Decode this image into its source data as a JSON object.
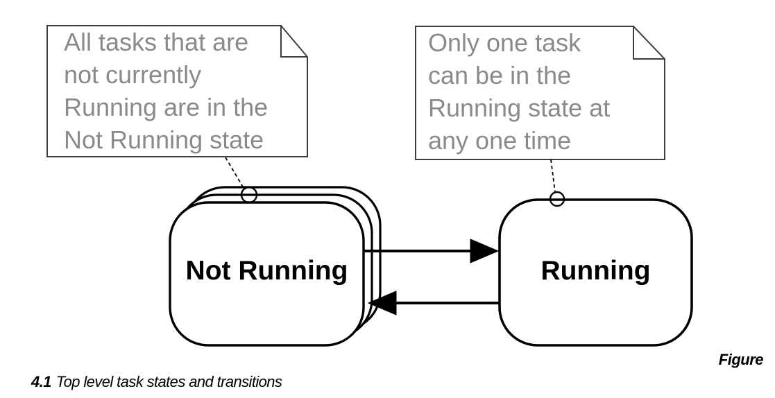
{
  "figure": {
    "note_left": {
      "lines": [
        "All tasks that are",
        "not currently",
        "Running are in the",
        "Not Running state"
      ]
    },
    "note_right": {
      "lines": [
        "Only one task",
        "can be in the",
        "Running state at",
        "any one time"
      ]
    },
    "states": {
      "not_running": "Not Running",
      "running": "Running"
    },
    "caption": {
      "figure_word": "Figure",
      "number": "4.1",
      "title": "Top level task states and transitions"
    },
    "colors": {
      "stroke": "#000000",
      "note_border": "#3f3f3f",
      "note_text": "#8a8a8a",
      "background": "#ffffff"
    }
  }
}
